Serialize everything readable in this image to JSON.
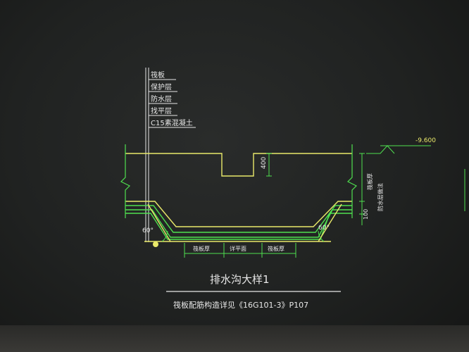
{
  "drawing": {
    "layer_labels": [
      "筏板",
      "保护层",
      "防水层",
      "找平层",
      "C15素混凝土"
    ],
    "elevation": "-9.600",
    "dim_depth": "400",
    "dim_offset": "100",
    "angle_left": "60°",
    "angle_right": "60°",
    "bottom_dims": [
      "筏板厚",
      "详平面",
      "筏板厚"
    ],
    "right_labels": [
      "筏板厚",
      "防水层做法"
    ],
    "title": "排水沟大样1",
    "subtitle": "筏板配筋构造详见《16G101-3》P107"
  },
  "colors": {
    "yellow": "#e9e96a",
    "green": "#4fe04f",
    "white": "#e8e8e8",
    "background": "#1f2120"
  }
}
